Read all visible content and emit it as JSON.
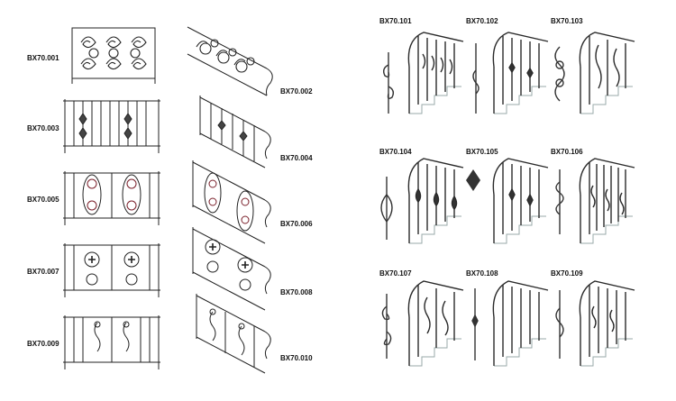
{
  "catalog": {
    "railing_codes": [
      "BX70.001",
      "BX70.002",
      "BX70.003",
      "BX70.004",
      "BX70.005",
      "BX70.006",
      "BX70.007",
      "BX70.008",
      "BX70.009",
      "BX70.010"
    ],
    "stair_codes": [
      "BX70.101",
      "BX70.102",
      "BX70.103",
      "BX70.104",
      "BX70.105",
      "BX70.106",
      "BX70.107",
      "BX70.108",
      "BX70.109"
    ]
  }
}
